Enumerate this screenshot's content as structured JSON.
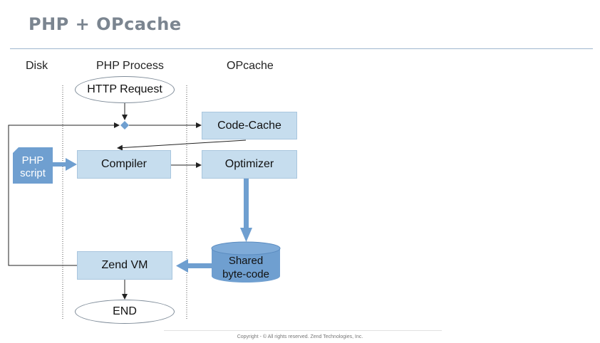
{
  "slide": {
    "title": "PHP + OPcache"
  },
  "columns": {
    "disk": "Disk",
    "php_process": "PHP Process",
    "opcache": "OPcache"
  },
  "nodes": {
    "http_request": "HTTP Request",
    "code_cache": "Code-Cache",
    "php_script": [
      "PHP",
      "script"
    ],
    "compiler": "Compiler",
    "optimizer": "Optimizer",
    "shared_bytecode": [
      "Shared",
      "byte-code"
    ],
    "zend_vm": "Zend VM",
    "end": "END"
  },
  "footer": {
    "copyright": "Copyright - © All rights reserved. Zend Technologies, Inc."
  },
  "colors": {
    "box_fill": "#c6ddee",
    "accent_blue": "#6f9fd0",
    "title_gray": "#7b8590"
  }
}
